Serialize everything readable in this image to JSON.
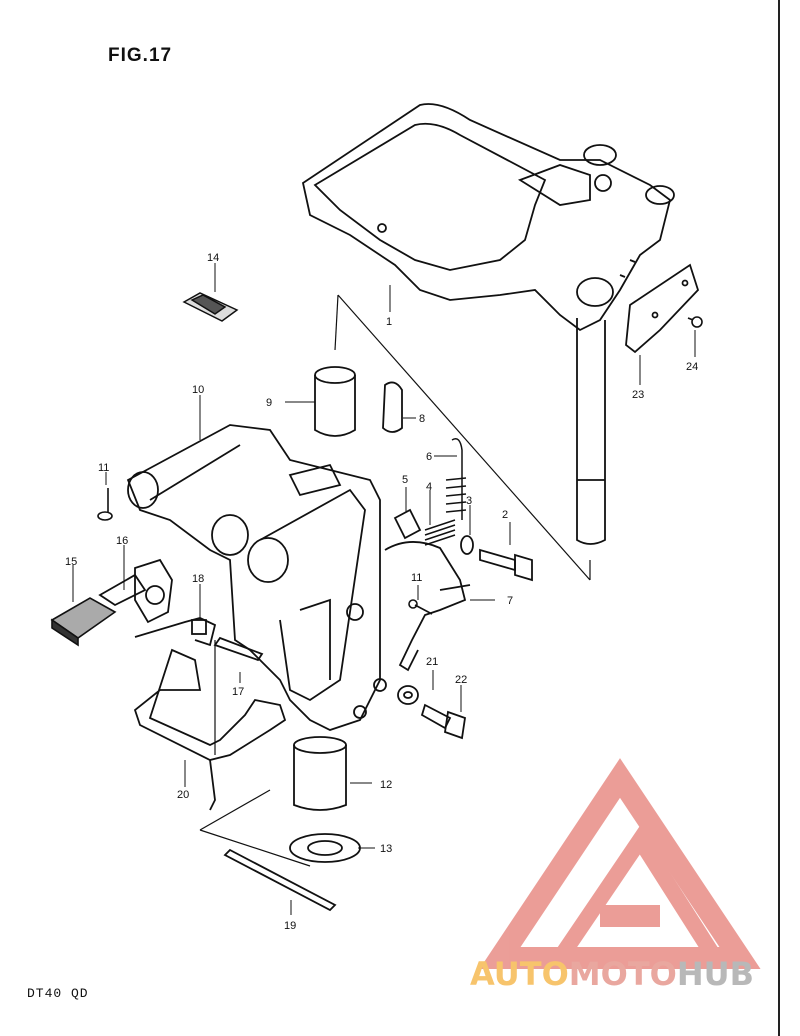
{
  "figure": {
    "title": "FIG.17",
    "model": "DT40 QD"
  },
  "watermark": {
    "part1": "AUTO",
    "part2": "MOTO",
    "part3": "HUB",
    "color_auto": "#f7c46c",
    "color_moto": "#e9a79f",
    "color_hub": "#b8b8b8",
    "logo_color": "#e88d86"
  },
  "callouts": {
    "c1": "1",
    "c2": "2",
    "c3": "3",
    "c4": "4",
    "c5": "5",
    "c6": "6",
    "c7": "7",
    "c8": "8",
    "c9": "9",
    "c10": "10",
    "c11a": "11",
    "c11b": "11",
    "c12": "12",
    "c13": "13",
    "c14": "14",
    "c15": "15",
    "c16": "16",
    "c17": "17",
    "c18": "18",
    "c19": "19",
    "c20": "20",
    "c21": "21",
    "c22": "22",
    "c23": "23",
    "c24": "24"
  }
}
